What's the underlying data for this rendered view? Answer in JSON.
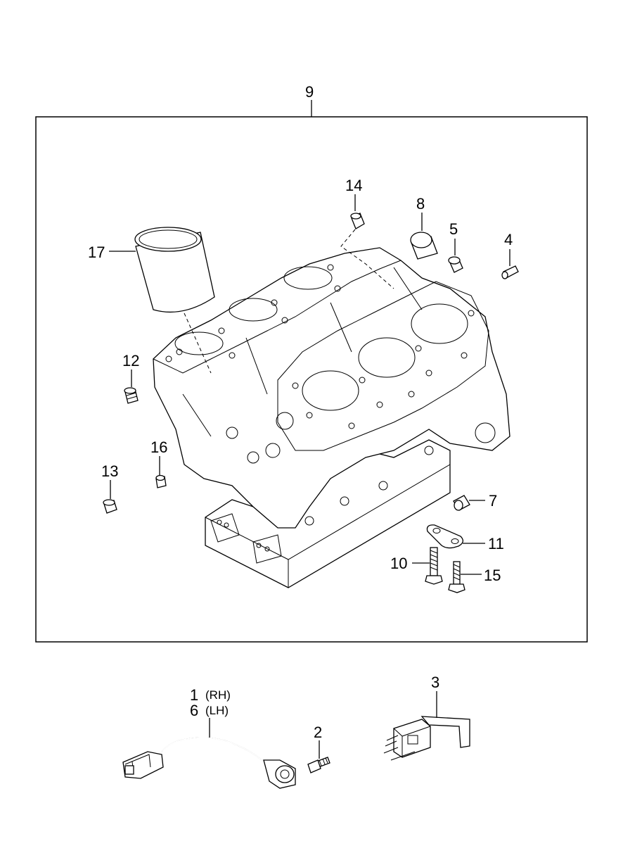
{
  "callouts": {
    "c1": "1",
    "c1_side": "(RH)",
    "c6": "6",
    "c6_side": "(LH)",
    "c2": "2",
    "c3": "3",
    "c4": "4",
    "c5": "5",
    "c7": "7",
    "c8": "8",
    "c9": "9",
    "c10": "10",
    "c11": "11",
    "c12": "12",
    "c13": "13",
    "c14": "14",
    "c15": "15",
    "c16": "16",
    "c17": "17"
  }
}
